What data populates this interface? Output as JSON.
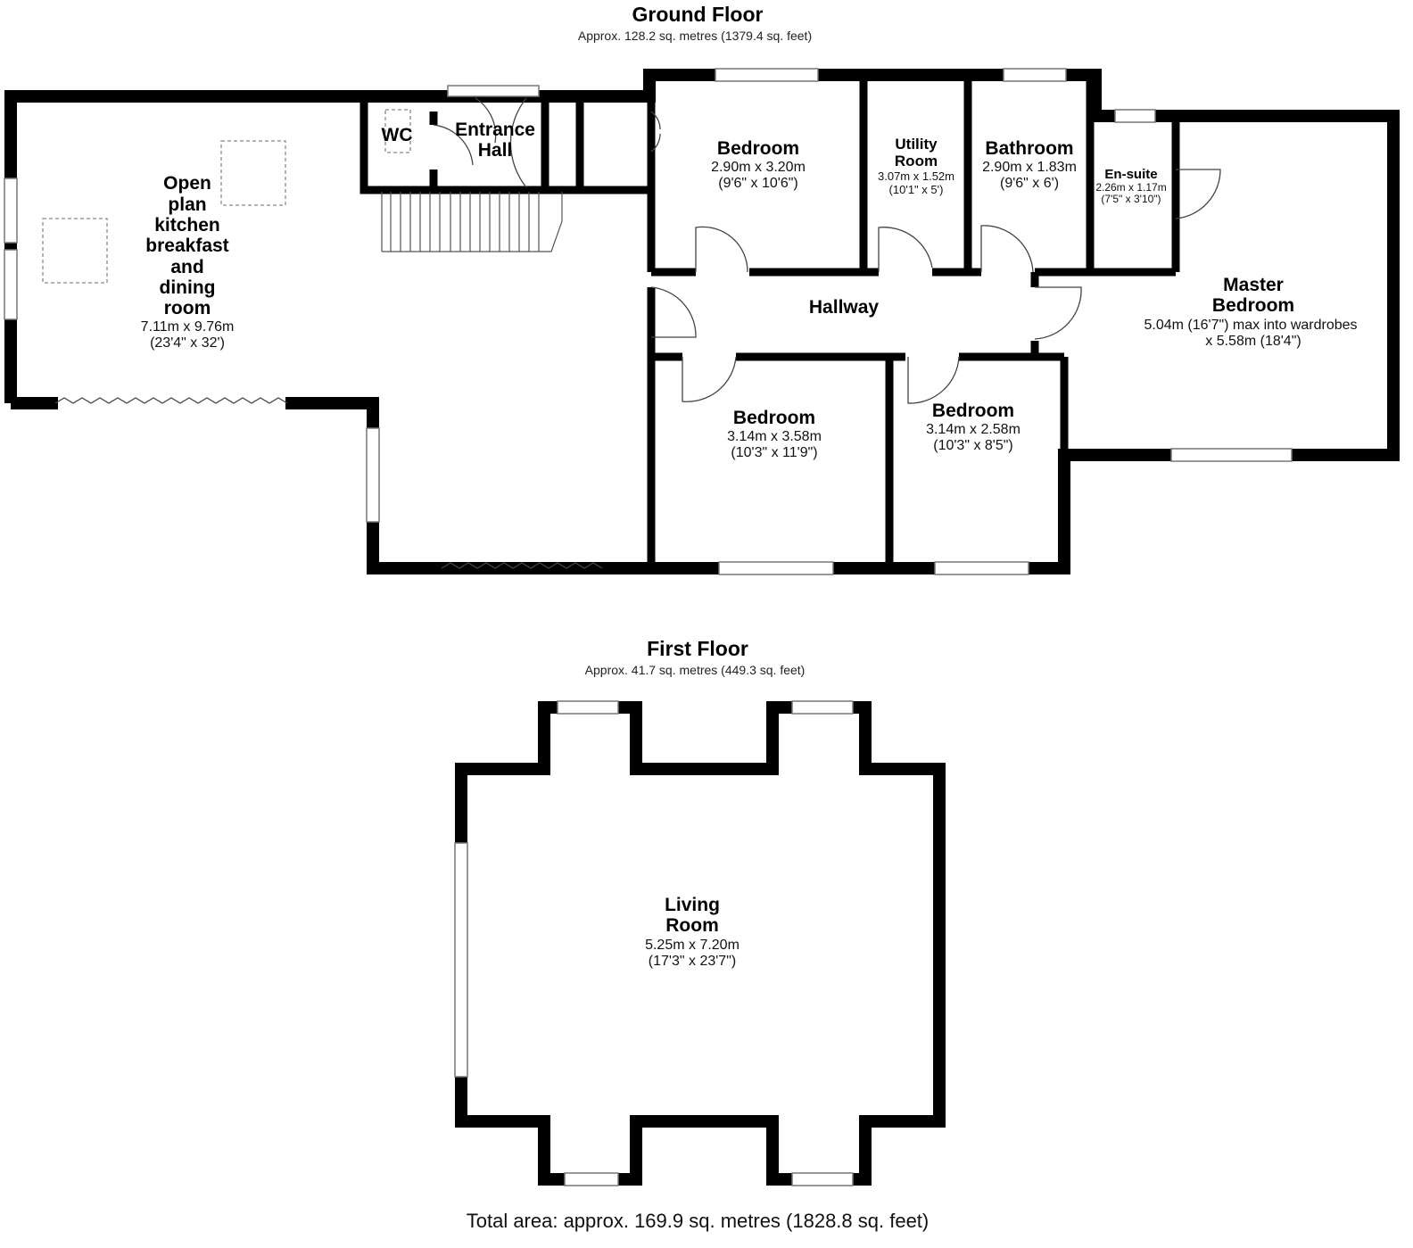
{
  "ground_floor": {
    "title": "Ground Floor",
    "area": "Approx. 128.2 sq. metres (1379.4 sq. feet)",
    "rooms": {
      "open_plan": {
        "name_lines": [
          "Open",
          "plan",
          "kitchen",
          "breakfast",
          "and",
          "dining",
          "room"
        ],
        "metric": "7.11m x 9.76m",
        "imperial": "(23'4\" x 32')"
      },
      "wc": {
        "name": "WC"
      },
      "entrance_hall": {
        "name_lines": [
          "Entrance",
          "Hall"
        ]
      },
      "bedroom_1": {
        "name": "Bedroom",
        "metric": "2.90m x 3.20m",
        "imperial": "(9'6\" x 10'6\")"
      },
      "utility_room": {
        "name_lines": [
          "Utility",
          "Room"
        ],
        "metric": "3.07m x 1.52m",
        "imperial": "(10'1\" x 5')"
      },
      "bathroom": {
        "name": "Bathroom",
        "metric": "2.90m x 1.83m",
        "imperial": "(9'6\" x 6')"
      },
      "en_suite": {
        "name": "En-suite",
        "metric": "2.26m x 1.17m",
        "imperial": "(7'5\" x 3'10\")"
      },
      "master_bedroom": {
        "name_lines": [
          "Master",
          "Bedroom"
        ],
        "metric": "5.04m (16'7\") max into wardrobes",
        "imperial": "x 5.58m (18'4\")"
      },
      "hallway": {
        "name": "Hallway"
      },
      "bedroom_2": {
        "name": "Bedroom",
        "metric": "3.14m x 3.58m",
        "imperial": "(10'3\" x 11'9\")"
      },
      "bedroom_3": {
        "name": "Bedroom",
        "metric": "3.14m x 2.58m",
        "imperial": "(10'3\" x 8'5\")"
      }
    }
  },
  "first_floor": {
    "title": "First Floor",
    "area": "Approx. 41.7 sq. metres (449.3 sq. feet)",
    "rooms": {
      "living_room": {
        "name_lines": [
          "Living",
          "Room"
        ],
        "metric": "5.25m x 7.20m",
        "imperial": "(17'3\" x 23'7\")"
      }
    }
  },
  "total_area": "Total area: approx. 169.9 sq. metres (1828.8 sq. feet)"
}
